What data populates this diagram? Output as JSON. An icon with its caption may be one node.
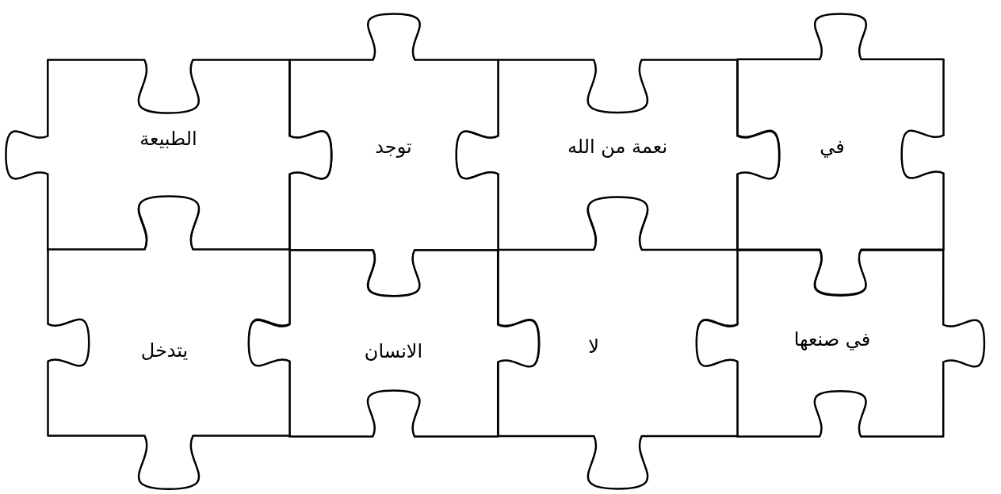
{
  "diagram": {
    "nodes": [
      {
        "text": [
          "في"
        ]
      },
      {
        "text": [
          "نعمة من الله"
        ]
      },
      {
        "text": [
          "توجد"
        ]
      },
      {
        "text": [
          "الطبيعة"
        ]
      },
      {
        "text": [
          "في صنعها"
        ]
      },
      {
        "text": [
          "لا"
        ]
      },
      {
        "text": [
          "الانسان"
        ]
      },
      {
        "text": [
          "يتدخل"
        ]
      }
    ]
  }
}
